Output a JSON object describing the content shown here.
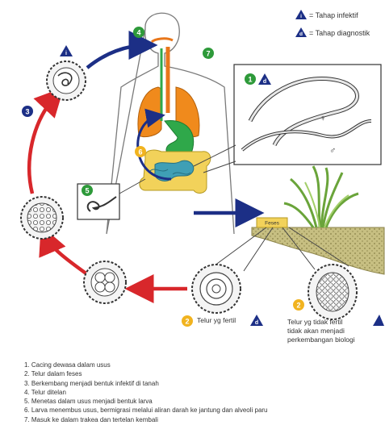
{
  "legend": {
    "infective": "= Tahap infektif",
    "diagnostic": "= Tahap diagnostik",
    "infective_symbol": "i",
    "diagnostic_symbol": "d"
  },
  "markers": {
    "step1": "1",
    "step2": "2",
    "step3": "3",
    "step4": "4",
    "step5": "5",
    "step6": "6",
    "step7": "7"
  },
  "soil_label": "Feses",
  "fertile_egg_label": "Telur yg fertil",
  "infertile_egg_label": [
    "Telur yg tidak fertil",
    "tidak akan menjadi",
    "perkembangan biologi"
  ],
  "steps": [
    "1. Cacing dewasa dalam usus",
    "2. Telur dalam feses",
    "3. Berkembang menjadi bentuk infektif di tanah",
    "4. Telur ditelan",
    "5. Menetas dalam usus menjadi bentuk larva",
    "6. Larva menembus usus, bermigrasi melalui aliran darah ke jantung dan alveoli paru",
    "7. Masuk ke dalam trakea dan tertelan kembali"
  ],
  "colors": {
    "cycle_red": "#d8272b",
    "cycle_navy": "#1c2f86",
    "step_green": "#2e9a3a",
    "step_yellow": "#f1b31f",
    "lung_orange": "#f08a1c",
    "stomach_green": "#2fa84a",
    "intestine_yellow": "#f2d25a",
    "intestine_teal": "#3f9fb5",
    "soil": "#b9b274"
  }
}
